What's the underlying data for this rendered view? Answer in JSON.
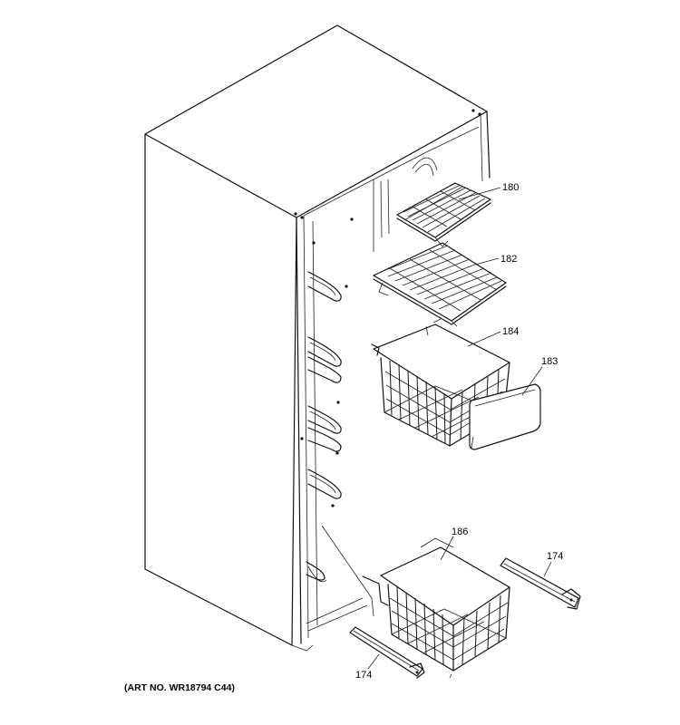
{
  "diagram": {
    "callouts": {
      "p180": "180",
      "p182": "182",
      "p184": "184",
      "p183": "183",
      "p186": "186",
      "p174_right": "174",
      "p174_left": "174"
    },
    "art_number": "(ART NO. WR18794 C44)"
  }
}
